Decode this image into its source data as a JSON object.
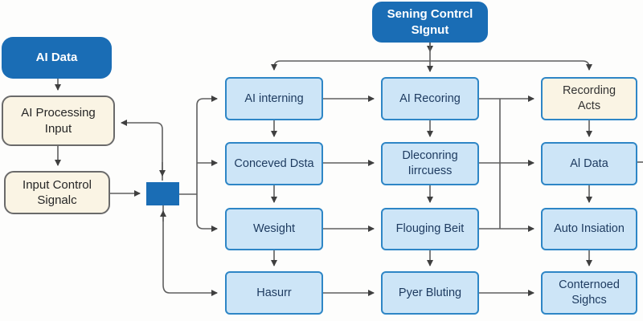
{
  "diagram": {
    "type": "flowchart",
    "colors": {
      "dark_blue": "#1a6db5",
      "light_blue_fill": "#cde5f7",
      "light_blue_border": "#2e86c6",
      "cream_fill": "#faf4e4",
      "cream_border": "#6a6a6a",
      "connector": "#5f5f5f",
      "text_dark": "#1d3a5f",
      "text_light": "#ffffff"
    },
    "nodes": {
      "ai_data": {
        "label": "AI Data"
      },
      "ai_processing_input": {
        "label": "AI Processing\nInput"
      },
      "input_control_signal": {
        "label": "Input Control\nSignalc"
      },
      "sening_control_signal": {
        "label": "Sening Contrcl\nSIgnut"
      },
      "ai_interning": {
        "label": "AI interning"
      },
      "conceved_dsta": {
        "label": "Conceved Dsta"
      },
      "wesight": {
        "label": "Wesight"
      },
      "hasurr": {
        "label": "Hasurr"
      },
      "ai_recoring": {
        "label": "AI Recoring"
      },
      "dleconring_iirrcuess": {
        "label": "Dleconring\nIirrcuess"
      },
      "flouging_beit": {
        "label": "Flouging Beit"
      },
      "pyer_bluting": {
        "label": "Pyer Bluting"
      },
      "recording_acts": {
        "label": "Recording\nActs"
      },
      "al_data": {
        "label": "Al Data"
      },
      "auto_insiation": {
        "label": "Auto Insiation"
      },
      "conternoed_sighcs": {
        "label": "Conternoed\nSighcs"
      }
    }
  }
}
